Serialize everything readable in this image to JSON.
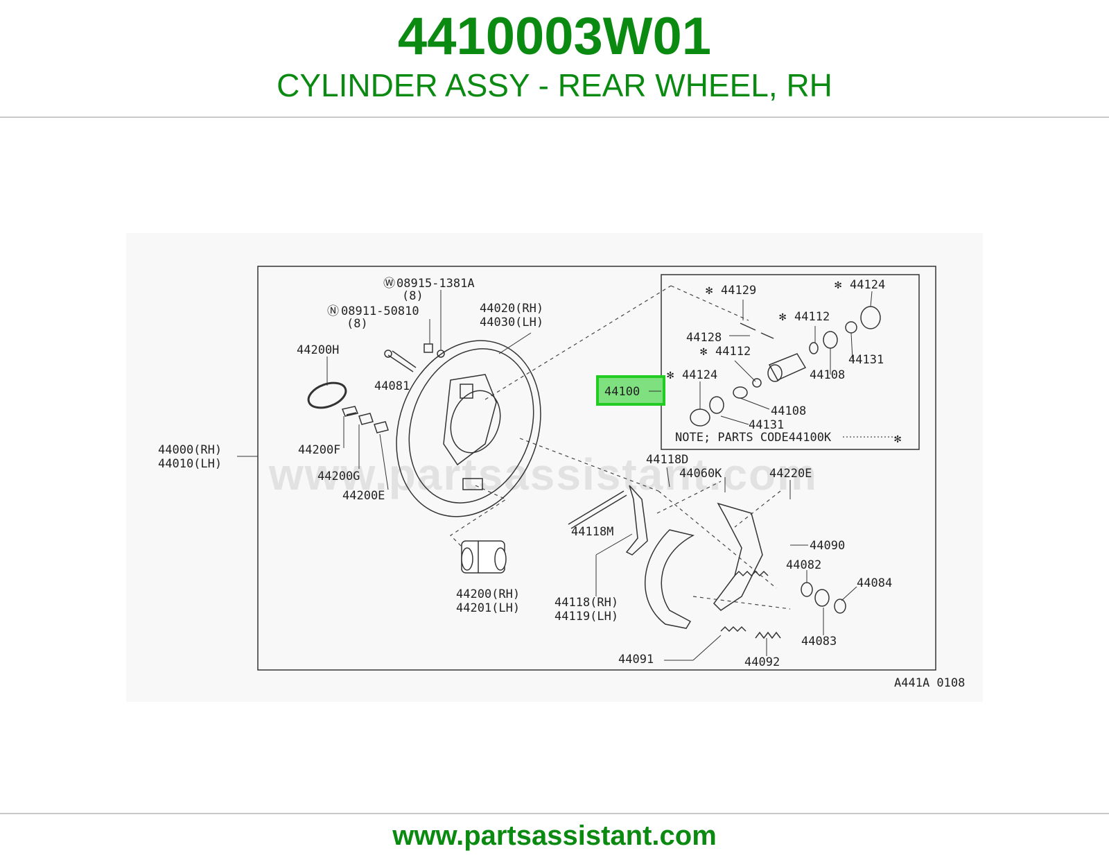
{
  "header": {
    "part_number": "4410003W01",
    "description": "CYLINDER ASSY - REAR WHEEL, RH"
  },
  "footer": {
    "url": "www.partsassistant.com"
  },
  "diagram": {
    "watermark": "www.partsassistant.com",
    "highlighted_part": "44100",
    "highlight_color": "#22cc22",
    "brand_color": "#0b8a12",
    "code": "A441A 0108",
    "note": "NOTE; PARTS CODE44100K",
    "labels": {
      "w_bolt": "08915-1381A",
      "w_bolt_qty": "(8)",
      "n_nut": "08911-50810",
      "n_nut_qty": "(8)",
      "p44020": "44020(RH)",
      "p44030": "44030(LH)",
      "p44200H": "44200H",
      "p44081": "44081",
      "p44000": "44000(RH)",
      "p44010": "44010(LH)",
      "p44200F": "44200F",
      "p44200G": "44200G",
      "p44200E": "44200E",
      "p44200": "44200(RH)",
      "p44201": "44201(LH)",
      "p44129": "44129",
      "p44124_top": "44124",
      "p44112_a": "44112",
      "p44128": "44128",
      "p44112_b": "44112",
      "p44131_a": "44131",
      "p44108_a": "44108",
      "p44124_b": "44124",
      "p44108_b": "44108",
      "p44131_b": "44131",
      "p44118D": "44118D",
      "p44060K": "44060K",
      "p44220E": "44220E",
      "p44118M": "44118M",
      "p44090": "44090",
      "p44082": "44082",
      "p44084": "44084",
      "p44118": "44118(RH)",
      "p44119": "44119(LH)",
      "p44083": "44083",
      "p44091": "44091",
      "p44092": "44092"
    }
  }
}
